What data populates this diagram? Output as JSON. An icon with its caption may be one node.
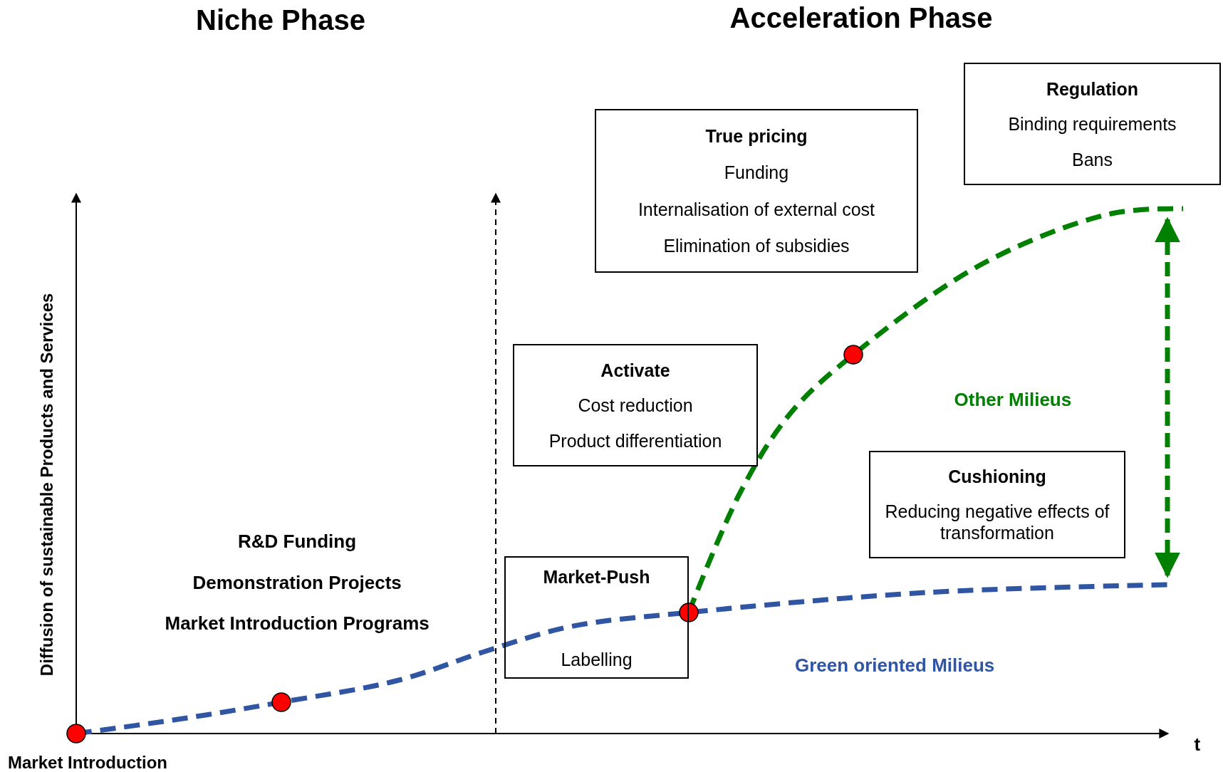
{
  "diagram": {
    "nodes": [
      {
        "text": [
          "Regulation",
          "Binding requirements",
          "Bans"
        ]
      },
      {
        "text": [
          "True pricing",
          "Funding",
          "Internalisation of external cost",
          "Elimination of subsidies"
        ]
      },
      {
        "text": [
          "Activate",
          "Cost reduction",
          "Product differentiation"
        ]
      },
      {
        "text": [
          "Cushioning",
          "Reducing negative effects of transformation"
        ]
      },
      {
        "text": [
          "Market-Push",
          "Labelling"
        ]
      }
    ],
    "labels": [
      "Niche Phase",
      "Acceleration Phase",
      "Diffusion of sustainable Products and Services",
      "R&D Funding",
      "Demonstration Projects",
      "Market Introduction Programs",
      "Other Milieus",
      "Green oriented Milieus",
      "t",
      "Market Introduction"
    ]
  }
}
